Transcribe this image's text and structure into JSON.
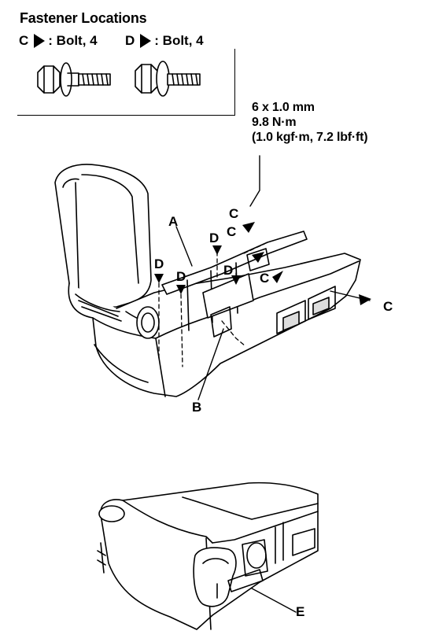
{
  "title": "Fastener Locations",
  "legend": {
    "c": {
      "letter": "C",
      "text": ": Bolt, 4"
    },
    "d": {
      "letter": "D",
      "text": ": Bolt, 4"
    }
  },
  "torque_spec": {
    "line1": "6 x 1.0 mm",
    "line2": "9.8 N·m",
    "line3": "(1.0 kgf·m, 7.2 lbf·ft)"
  },
  "callouts": {
    "a": "A",
    "b": "B",
    "c": "C",
    "d": "D",
    "e": "E"
  }
}
